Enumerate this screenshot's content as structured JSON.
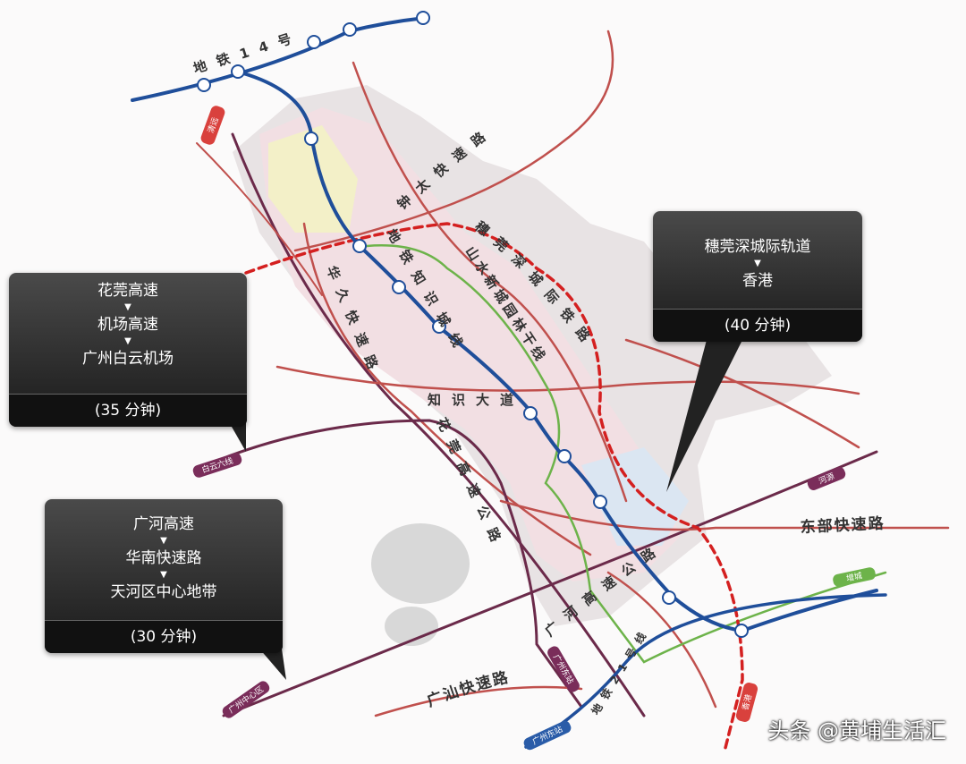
{
  "lines": {
    "metro14": "地铁14号线",
    "metro21": "地铁21号线",
    "metro_zhishi": "地铁知识城线",
    "zhongtai": "钟太快速路",
    "huajiu": "华久快速路",
    "huaguan_road": "花莞高速公路",
    "guanghe_road": "广河高速公路",
    "zhishi_ave": "知识大道",
    "shanshui": "山水新城园林干线",
    "intercity": "穗莞深城际铁路",
    "dongbu": "东部快速路",
    "guangshan": "广汕快速路"
  },
  "tags": {
    "top_red": "清远",
    "baiyun": "白云六线",
    "center": "广州中心区",
    "east_station": "广州东站",
    "heyuan": "河源",
    "green": "增城",
    "hongkong": "香港"
  },
  "callouts": [
    {
      "lines": [
        "花莞高速",
        "机场高速",
        "广州白云机场"
      ],
      "time": "(35 分钟)"
    },
    {
      "lines": [
        "穗莞深城际轨道",
        "香港"
      ],
      "time": "(40 分钟)"
    },
    {
      "lines": [
        "广河高速",
        "华南快速路",
        "天河区中心地带"
      ],
      "time": "(30 分钟)"
    }
  ],
  "arrow_glyph": "▼",
  "watermark": "头条 @黄埔生活汇",
  "colors": {
    "metro": "#1f4e9a",
    "road": "#c0504d",
    "highway": "#6b2a4a",
    "rail": "#d42020",
    "green": "#6db34a"
  }
}
